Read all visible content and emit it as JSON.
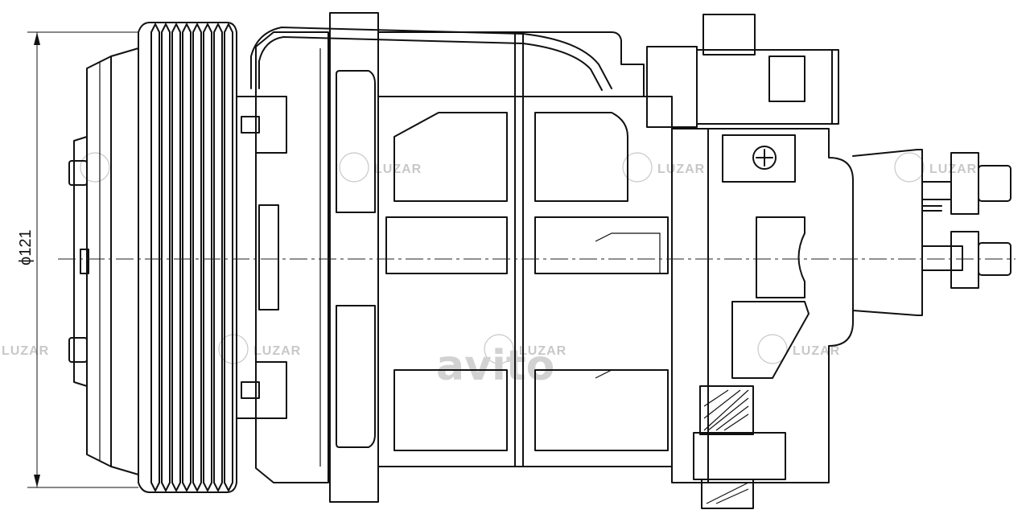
{
  "dimension": {
    "diameter_label": "ϕ121"
  },
  "watermark": {
    "brand": "LUZAR",
    "site_logo": "avito"
  }
}
